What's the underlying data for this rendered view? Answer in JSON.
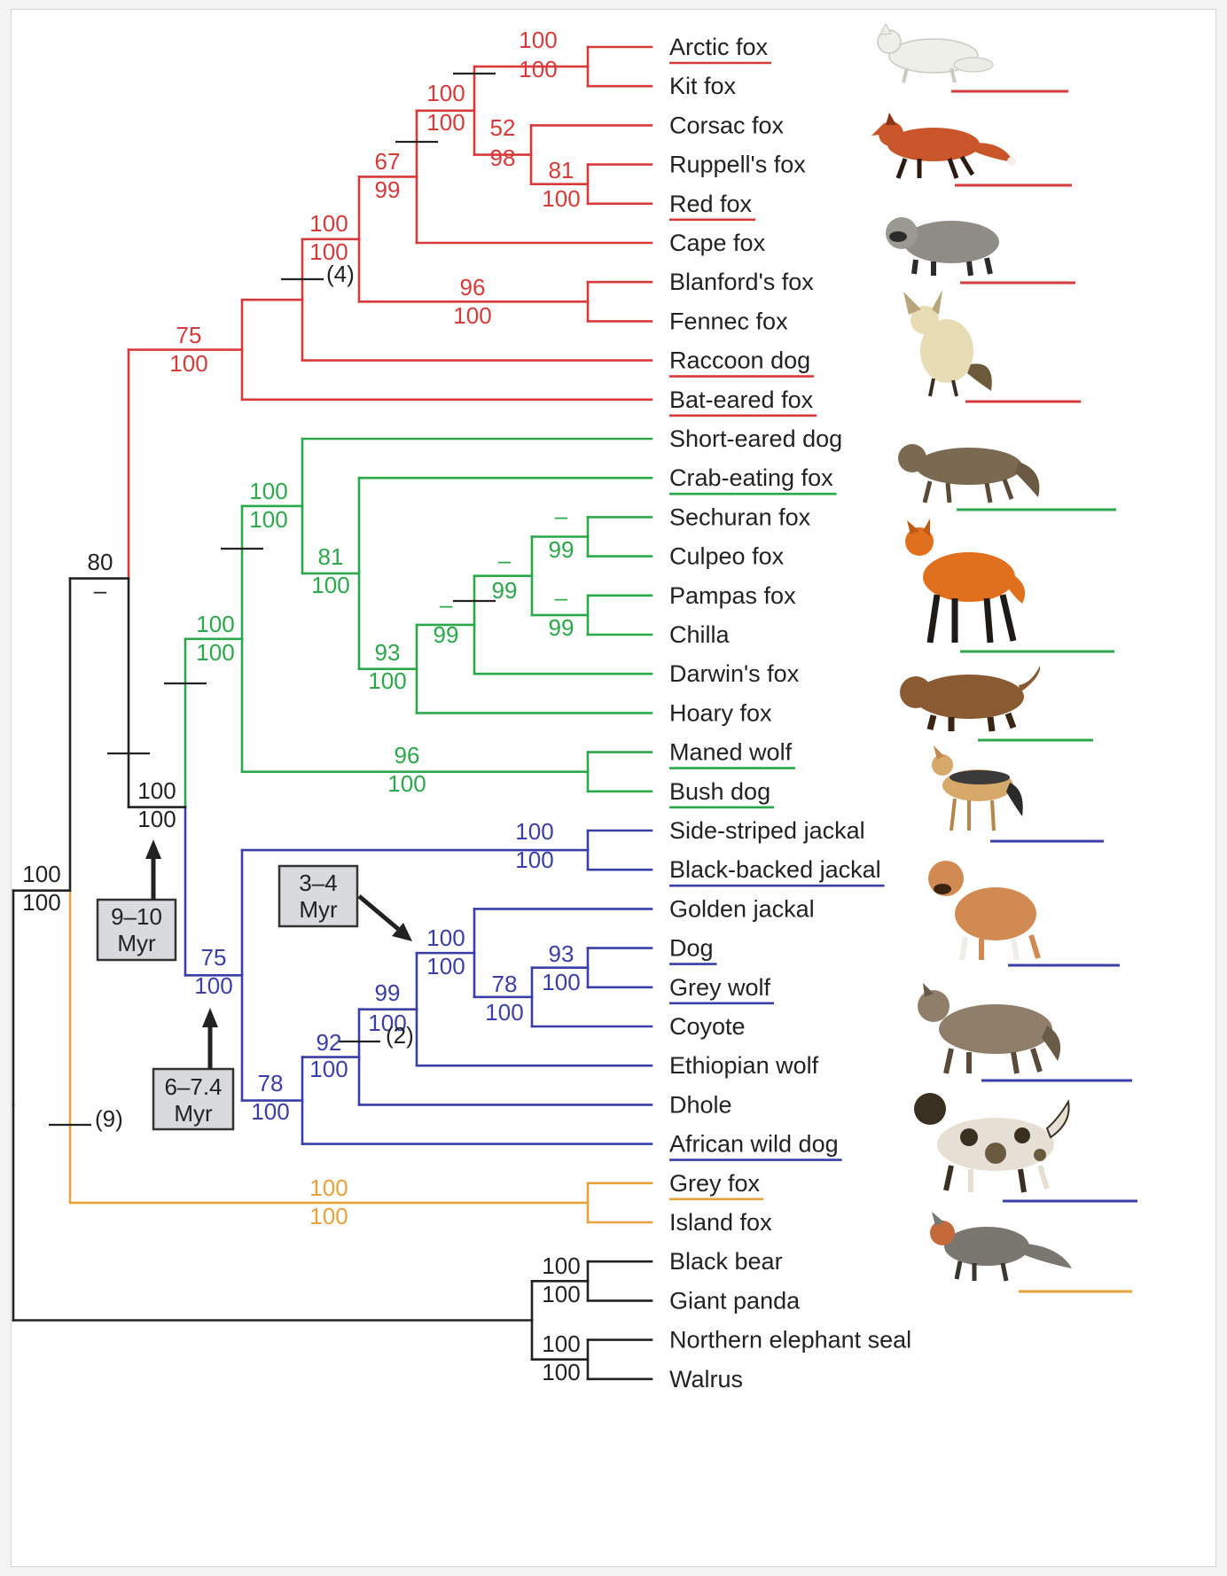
{
  "colors": {
    "red": "#d83a3a",
    "green": "#2aa84a",
    "blue": "#3a3ea8",
    "orange": "#e8a23a",
    "black": "#222222"
  },
  "taxa": [
    {
      "name": "Arctic fox",
      "clade": "red",
      "underlined": true
    },
    {
      "name": "Kit fox",
      "clade": "red",
      "underlined": false
    },
    {
      "name": "Corsac fox",
      "clade": "red",
      "underlined": false
    },
    {
      "name": "Ruppell's fox",
      "clade": "red",
      "underlined": false
    },
    {
      "name": "Red fox",
      "clade": "red",
      "underlined": true
    },
    {
      "name": "Cape fox",
      "clade": "red",
      "underlined": false
    },
    {
      "name": "Blanford's fox",
      "clade": "red",
      "underlined": false
    },
    {
      "name": "Fennec fox",
      "clade": "red",
      "underlined": false
    },
    {
      "name": "Raccoon dog",
      "clade": "red",
      "underlined": true
    },
    {
      "name": "Bat-eared fox",
      "clade": "red",
      "underlined": true
    },
    {
      "name": "Short-eared dog",
      "clade": "green",
      "underlined": false
    },
    {
      "name": "Crab-eating fox",
      "clade": "green",
      "underlined": true
    },
    {
      "name": "Sechuran fox",
      "clade": "green",
      "underlined": false
    },
    {
      "name": "Culpeo fox",
      "clade": "green",
      "underlined": false
    },
    {
      "name": "Pampas fox",
      "clade": "green",
      "underlined": false
    },
    {
      "name": "Chilla",
      "clade": "green",
      "underlined": false
    },
    {
      "name": "Darwin's fox",
      "clade": "green",
      "underlined": false
    },
    {
      "name": "Hoary fox",
      "clade": "green",
      "underlined": false
    },
    {
      "name": "Maned wolf",
      "clade": "green",
      "underlined": true
    },
    {
      "name": "Bush dog",
      "clade": "green",
      "underlined": true
    },
    {
      "name": "Side-striped jackal",
      "clade": "blue",
      "underlined": false
    },
    {
      "name": "Black-backed jackal",
      "clade": "blue",
      "underlined": true
    },
    {
      "name": "Golden jackal",
      "clade": "blue",
      "underlined": false
    },
    {
      "name": "Dog",
      "clade": "blue",
      "underlined": true
    },
    {
      "name": "Grey wolf",
      "clade": "blue",
      "underlined": true
    },
    {
      "name": "Coyote",
      "clade": "blue",
      "underlined": false
    },
    {
      "name": "Ethiopian wolf",
      "clade": "blue",
      "underlined": false
    },
    {
      "name": "Dhole",
      "clade": "blue",
      "underlined": false
    },
    {
      "name": "African wild dog",
      "clade": "blue",
      "underlined": true
    },
    {
      "name": "Grey fox",
      "clade": "orange",
      "underlined": true
    },
    {
      "name": "Island fox",
      "clade": "orange",
      "underlined": false
    },
    {
      "name": "Black bear",
      "clade": "black",
      "underlined": false
    },
    {
      "name": "Giant panda",
      "clade": "black",
      "underlined": false
    },
    {
      "name": "Northern elephant seal",
      "clade": "black",
      "underlined": false
    },
    {
      "name": "Walrus",
      "clade": "black",
      "underlined": false
    }
  ],
  "nodes": [
    {
      "id": "n_arctic_kit",
      "top": "100",
      "bottom": "100"
    },
    {
      "id": "n_corsac_red",
      "top": "52",
      "bottom": "98"
    },
    {
      "id": "n_ruppell_red",
      "top": "81",
      "bottom": "100"
    },
    {
      "id": "n_vulpes_core",
      "top": "100",
      "bottom": "100"
    },
    {
      "id": "n_vulpes_cape",
      "top": "67",
      "bottom": "99"
    },
    {
      "id": "n_blanford_fennec",
      "top": "96",
      "bottom": "100"
    },
    {
      "id": "n_vulpes_all",
      "top": "100",
      "bottom": "100"
    },
    {
      "id": "n_red_clade",
      "top": "75",
      "bottom": "100"
    },
    {
      "id": "n_sechuran_culpeo",
      "top": "–",
      "bottom": "99"
    },
    {
      "id": "n_pampas_chilla",
      "top": "–",
      "bottom": "99"
    },
    {
      "id": "n_four_foxes",
      "top": "–",
      "bottom": "99"
    },
    {
      "id": "n_with_darwin",
      "top": "–",
      "bottom": "99"
    },
    {
      "id": "n_with_hoary",
      "top": "93",
      "bottom": "100"
    },
    {
      "id": "n_with_crab",
      "top": "81",
      "bottom": "100"
    },
    {
      "id": "n_with_shorteared",
      "top": "100",
      "bottom": "100"
    },
    {
      "id": "n_maned_bush",
      "top": "96",
      "bottom": "100"
    },
    {
      "id": "n_green_clade",
      "top": "100",
      "bottom": "100"
    },
    {
      "id": "n_jackals",
      "top": "100",
      "bottom": "100"
    },
    {
      "id": "n_dog_wolf",
      "top": "93",
      "bottom": "100"
    },
    {
      "id": "n_with_coyote",
      "top": "78",
      "bottom": "100"
    },
    {
      "id": "n_with_golden",
      "top": "100",
      "bottom": "100"
    },
    {
      "id": "n_with_ethiopian",
      "top": "99",
      "bottom": "100"
    },
    {
      "id": "n_with_dhole",
      "top": "92",
      "bottom": "100"
    },
    {
      "id": "n_with_wilddog",
      "top": "78",
      "bottom": "100"
    },
    {
      "id": "n_blue_clade",
      "top": "75",
      "bottom": "100"
    },
    {
      "id": "n_green_blue",
      "top": "100",
      "bottom": "100"
    },
    {
      "id": "n_red_greenblue",
      "top": "80",
      "bottom": "–"
    },
    {
      "id": "n_greyfox_island",
      "top": "100",
      "bottom": "100"
    },
    {
      "id": "n_canidae",
      "top": "100",
      "bottom": "100"
    },
    {
      "id": "n_bear_panda",
      "top": "100",
      "bottom": "100"
    },
    {
      "id": "n_seal_walrus",
      "top": "100",
      "bottom": "100"
    }
  ],
  "annotations": {
    "myr_9_10": [
      "9–10",
      "Myr"
    ],
    "myr_6_7": [
      "6–7.4",
      "Myr"
    ],
    "myr_3_4": [
      "3–4",
      "Myr"
    ],
    "count_4": "(4)",
    "count_2": "(2)",
    "count_9": "(9)"
  }
}
